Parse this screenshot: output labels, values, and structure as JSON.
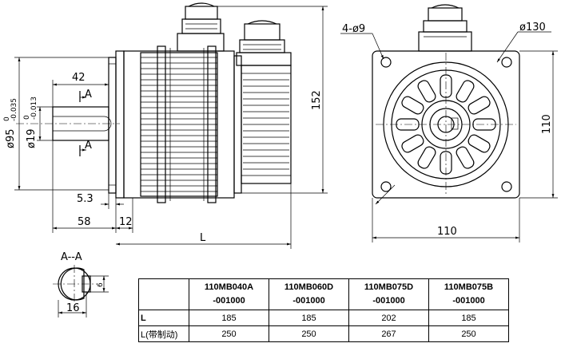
{
  "side_view": {
    "dim_shaft_length": "42",
    "section_mark_top": "A",
    "section_mark_bottom": "A",
    "dim_pilot_diameter": "ø95",
    "dim_pilot_tol_upper": "0",
    "dim_pilot_tol_lower": "-0.035",
    "dim_shaft_diameter": "ø19",
    "dim_shaft_tol_upper": "0",
    "dim_shaft_tol_lower": "-0.013",
    "dim_flange_offset": "5.3",
    "dim_shaft_total": "58",
    "dim_flange_thickness": "12",
    "dim_body_length": "L",
    "dim_height": "152"
  },
  "front_view": {
    "dim_holes": "4-ø9",
    "dim_bolt_circle": "ø130",
    "dim_square_height": "110",
    "dim_square_width": "110"
  },
  "section_view": {
    "title": "A--A",
    "dim_key_width": "6",
    "dim_key_depth": "16"
  },
  "spec_table": {
    "models": [
      {
        "line1": "110MB040A",
        "line2": "-001000"
      },
      {
        "line1": "110MB060D",
        "line2": "-001000"
      },
      {
        "line1": "110MB075D",
        "line2": "-001000"
      },
      {
        "line1": "110MB075B",
        "line2": "-001000"
      }
    ],
    "rows": [
      {
        "label": "L",
        "values": [
          "185",
          "185",
          "202",
          "185"
        ]
      },
      {
        "label": "L(带制动)",
        "values": [
          "250",
          "250",
          "267",
          "250"
        ]
      }
    ]
  }
}
